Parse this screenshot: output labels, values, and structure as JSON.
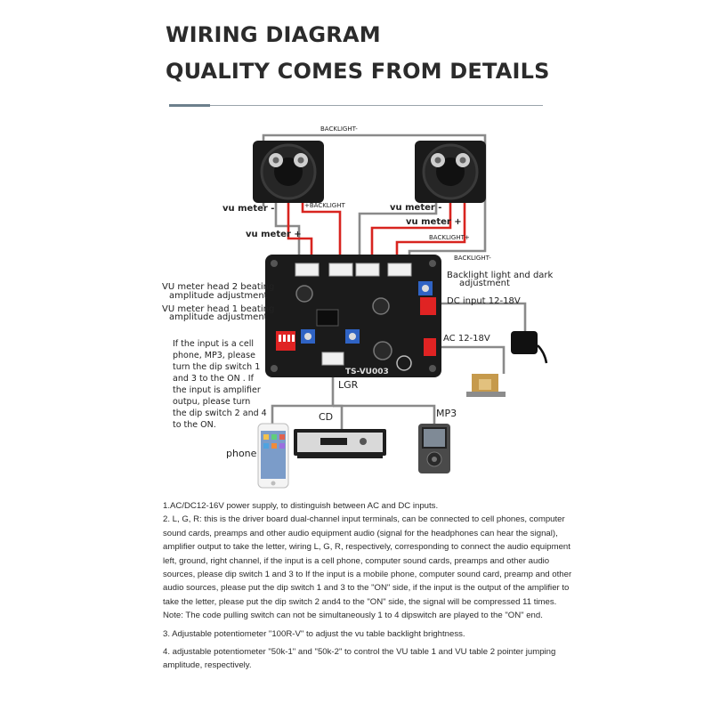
{
  "headings": {
    "line1": "WIRING DIAGRAM",
    "line2": "QUALITY COMES FROM DETAILS"
  },
  "diagram": {
    "backlight_minus_top": "BACKLIGHT-",
    "vu_meter_minus_left": "vu meter -",
    "plus_backlight": "+BACKLIGHT",
    "vu_meter_plus_left": "vu meter +",
    "vu_meter_minus_right": "vu meter -",
    "vu_meter_plus_right": "vu meter +",
    "backlight_plus_right": "BACKLIGHT+",
    "backlight_minus_right": "BACKLIGHT-",
    "backlight_light_dark_1": "Backlight light and dark",
    "backlight_light_dark_2": "adjustment",
    "vu_head2_1": "VU meter head 2 beating",
    "vu_head2_2": "amplitude adjustment",
    "vu_head1_1": "VU meter head 1 beating",
    "vu_head1_2": "amplitude adjustment",
    "dc_input": "DC input 12-18V",
    "ac_input": "AC 12-18V",
    "dip_note": [
      "If the input is a cell",
      "phone, MP3, please",
      "turn the dip switch 1",
      "and 3 to the ON . If",
      "the input is amplifier",
      "outpu, please turn",
      "the dip switch 2 and 4",
      "to the ON."
    ],
    "lgr": "LGR",
    "cd": "CD",
    "mp3": "MP3",
    "phone": "phone",
    "board_marking": "TS-VU003"
  },
  "notes": {
    "p1": "1.AC/DC12-16V power supply, to distinguish between AC and DC inputs.",
    "p2": "2. L, G, R: this is the driver board dual-channel input terminals, can be connected to cell phones, computer sound cards, preamps and other audio equipment audio (signal for the headphones can  hear the signal), amplifier output to take the letter, wiring L, G, R, respectively, corresponding to connect the audio equipment left, ground, right channel, if the input is a cell phone, computer sound  cards, preamps and other audio sources, please dip switch 1 and 3 to If the input is a mobile phone, computer sound card, preamp and other audio sources, please put the dip switch 1 and 3 to the \"ON\" side, if the input is the output of the amplifier to take the letter, please put the dip switch 2 and4 to the \"ON\" side, the signal will be compressed 11 times.",
    "p3": "Note: The code pulling switch can not be simultaneously 1 to 4 dipswitch are played to the \"ON\" end.",
    "p4": "3. Adjustable potentiometer \"100R-V\" to adjust the vu table backlight brightness.",
    "p5": "4. adjustable potentiometer \"50k-1\" and \"50k-2\" to control the VU table 1 and VU table 2 pointer jumping amplitude, respectively."
  },
  "colors": {
    "wire_red": "#d8241f",
    "wire_gray": "#8a8a8a",
    "board": "#1b1b1b",
    "header_red": "#e02323",
    "pot_blue": "#2f63c4"
  }
}
